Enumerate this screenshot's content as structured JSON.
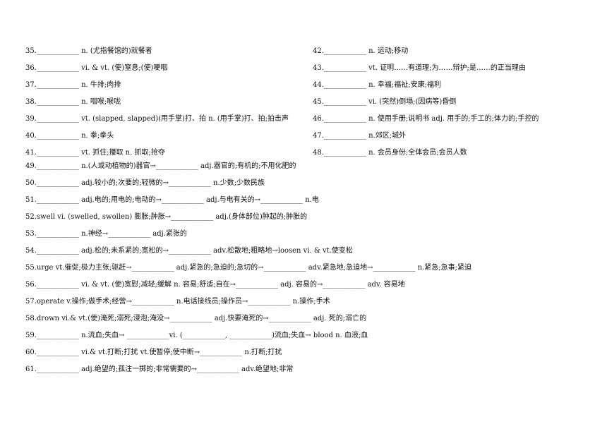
{
  "left_column": [
    "35.____________  n. (尤指餐馆的)就餐者",
    "36.____________  vi. & vt. (使)窒息;(使)哽咽",
    "37.____________  n. 牛排;肉排",
    "38.____________  n. 咽喉;喉咙",
    "39.____________  vt. (slapped, slapped)(用手掌)打、拍  n. (用手掌)打、拍;拍击声",
    "40.____________  n. 拳;拳头",
    "41.____________  vt. 抓住;攥取  n. 抓取;抢夺"
  ],
  "right_column": [
    "42.____________  n. 运动;移动",
    "43.____________  vt. 证明……有道理;为……辩护;是……的正当理由",
    "44.____________  n. 幸福;福祉;安康;福利",
    "45.____________  vi. (突然)倒塌;(因病等)昏倒",
    "46.____________  n. 使用手册;说明书  adj. 用手的;手工的;体力的;手控的",
    "47.____________  n.郊区;城外",
    "48.____________  n. 会员身份;全体会员;会员人数"
  ],
  "full_lines": [
    "49.____________  n.(人或动植物的)器官→____________  adj.器官的;有机的;不用化肥的",
    "50.____________  adj.较小的;次要的;轻微的→____________  n.少数;少数民族",
    "51.____________  adj.电的;用电的;电动的→____________  adj.与电有关的→____________  n.电",
    "52.swell vi. (swelled, swollen)  膨胀;肿胀→____________  adj.(身体部位)肿起的;肿胀的",
    "53.____________  n.神经→____________  adj.紧张的",
    "54.____________  adj.松的;未系紧的;宽松的→____________  adv.松散地;粗略地→loosen vi. & vt.使变松",
    "55.urge vt.催促;极力主张;驱赶→____________  adj.紧急的;急迫的;急切的→____________  adv.紧急地;急迫地→____________  n.紧急;急事;紧迫",
    "56.____________  vi. & vt. (使)宽慰;减轻;缓解  n. 容易;舒适;自在→____________  adj. 容易的→____________  adv. 容易地",
    "57.operate v.操作;做手术;经营→____________  n.电话接线员;操作员→____________  n.操作;手术",
    "58.drown vi.& vt.(使)淹死;溺死;浸泡;淹没→____________  adj.快要淹死的→____________  adj. 死的;溺亡的",
    "59.____________  n.流血;失血→ ____________vi. (____________, ____________)流血;失血→  blood n. 血液;血",
    "60.____________  vi.& vt.打断;打扰  vt.使暂停;使中断→____________  n.打断;打扰",
    "61.____________  adj.绝望的;孤注一掷的;非常需要的→____________  adv.绝望地;非常"
  ]
}
